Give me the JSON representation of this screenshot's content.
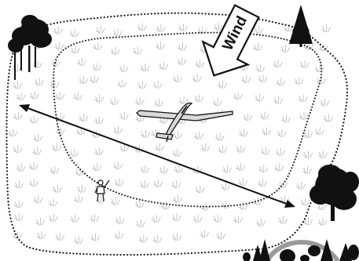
{
  "diagram": {
    "wind_label": "Wind",
    "colors": {
      "boundary": "#1a1a1a",
      "trees": "#111111",
      "grass": "#b5b5b5",
      "glider_fill": "#d9d9d9",
      "arrow_fill": "#ffffff",
      "lamp_ring": "#9a9a9a"
    },
    "elements": [
      "outer-dotted-boundary",
      "inner-dotted-boundary",
      "double-headed-arrow",
      "wind-arrow",
      "glider",
      "pilot-figure",
      "tree-cluster",
      "pine-tree",
      "large-tree",
      "grass-tufts"
    ]
  }
}
